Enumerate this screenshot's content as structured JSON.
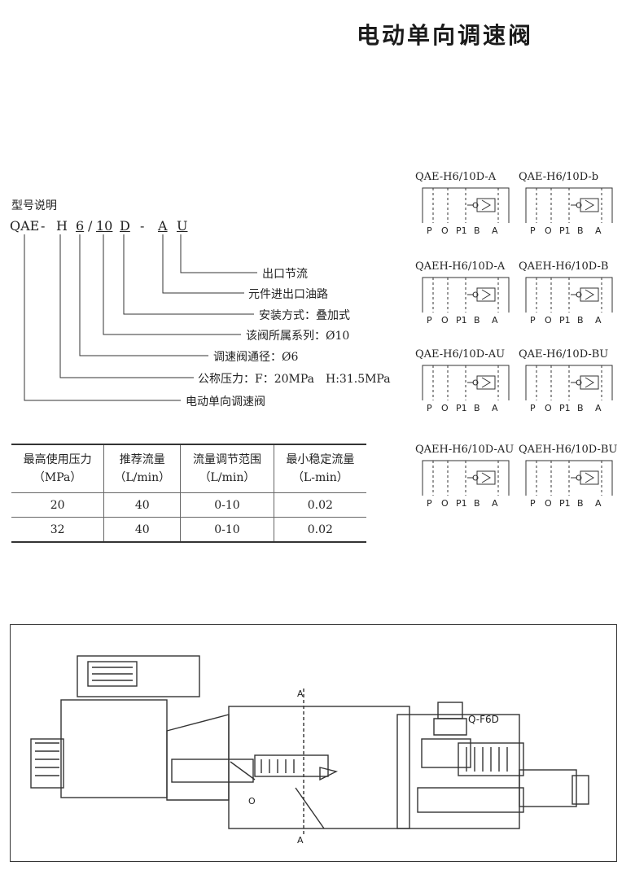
{
  "page_title": "电动单向调速阀",
  "model": {
    "heading": "型号说明",
    "code_parts": [
      "QAE",
      "-",
      "H",
      "6",
      "/",
      "10",
      "D",
      "-",
      "A",
      "U"
    ],
    "descriptions": [
      "出口节流",
      "元件进出口油路",
      "安装方式：叠加式",
      "该阀所属系列：Ø10",
      "调速阀通径：Ø6",
      "公称压力：F：20MPa　H:31.5MPa",
      "电动单向调速阀"
    ]
  },
  "spec_table": {
    "headers": [
      [
        "最高使用压力",
        "（MPa）"
      ],
      [
        "推荐流量",
        "（L/min）"
      ],
      [
        "流量调节范围",
        "（L/min）"
      ],
      [
        "最小稳定流量",
        "（L-min）"
      ]
    ],
    "rows": [
      [
        "20",
        "40",
        "0-10",
        "0.02"
      ],
      [
        "32",
        "40",
        "0-10",
        "0.02"
      ]
    ]
  },
  "symbols": [
    {
      "name": "QAE-H6/10D-A"
    },
    {
      "name": "QAE-H6/10D-b"
    },
    {
      "name": "QAEH-H6/10D-A"
    },
    {
      "name": "QAEH-H6/10D-B"
    },
    {
      "name": "QAE-H6/10D-AU"
    },
    {
      "name": "QAE-H6/10D-BU"
    },
    {
      "name": "QAEH-H6/10D-AU"
    },
    {
      "name": "QAEH-H6/10D-BU"
    }
  ],
  "ports": [
    "P",
    "O",
    "P1",
    "B",
    "A"
  ],
  "drawing": {
    "label": "Q-F6D",
    "section_top": "A",
    "section_bottom": "A",
    "port_label": "O"
  }
}
